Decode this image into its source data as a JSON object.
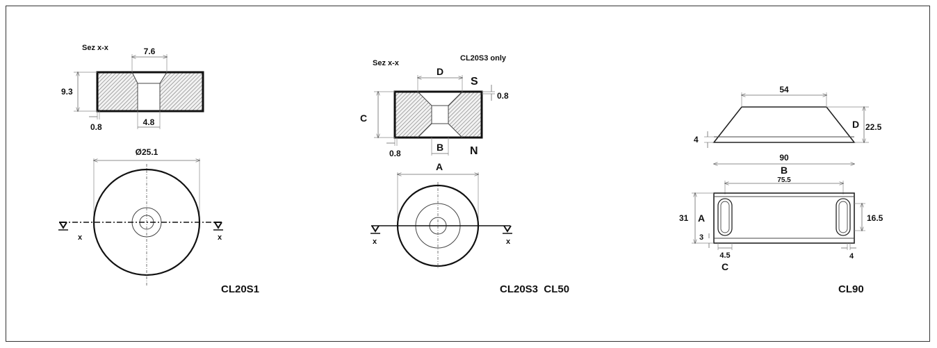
{
  "cl20s1": {
    "section_label": "Sez x-x",
    "dim_top": "7.6",
    "dim_height": "9.3",
    "dim_wall": "0.8",
    "dim_hole": "4.8",
    "dim_diameter": "Ø25.1",
    "cut_left": "x",
    "cut_right": "x",
    "title": "CL20S1"
  },
  "cl20s3": {
    "section_label": "Sez x-x",
    "note": "CL20S3 only",
    "dim_d": "D",
    "pole_s": "S",
    "dim_top_wall": "0.8",
    "dim_c": "C",
    "dim_wall": "0.8",
    "dim_b": "B",
    "pole_n": "N",
    "dim_a": "A",
    "cut_left": "x",
    "cut_right": "x",
    "title": "CL20S3  CL50"
  },
  "cl90": {
    "dim_top": "54",
    "dim_d": "D",
    "dim_height": "22.5",
    "dim_end": "4",
    "dim_length": "90",
    "dim_b": "B",
    "dim_holes": "75.5",
    "dim_width": "31",
    "dim_a": "A",
    "dim_slot": "16.5",
    "dim_3": "3",
    "dim_45": "4.5",
    "dim_c": "C",
    "dim_4": "4",
    "title": "CL90"
  }
}
